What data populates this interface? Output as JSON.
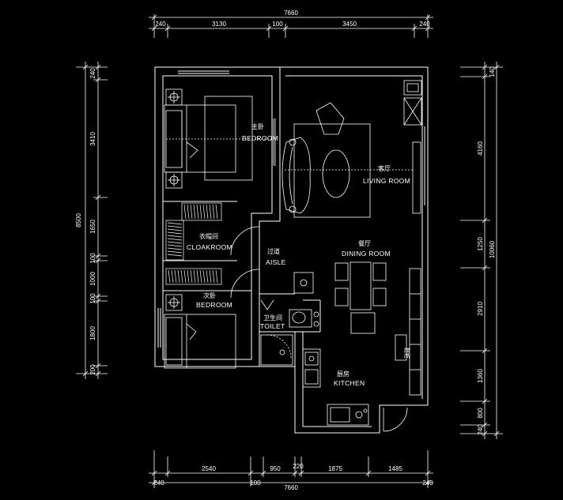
{
  "dimensions": {
    "top_total": "7660",
    "top_segments": [
      "240",
      "3130",
      "100",
      "3450",
      "240"
    ],
    "bottom_total": "7660",
    "bottom_segments": [
      "2540",
      "950",
      "220",
      "1875",
      "1485"
    ],
    "bottom_outer": [
      "240",
      "100",
      "240"
    ],
    "left_total": "8500",
    "left_segments": [
      "240",
      "3410",
      "1650",
      "100",
      "1000",
      "100",
      "1800",
      "200"
    ],
    "right_total": "10060",
    "right_segments": [
      "140",
      "4160",
      "1250",
      "2910",
      "1360",
      "800",
      "240"
    ]
  },
  "rooms": {
    "master_bedroom": {
      "cn": "主卧",
      "en": "BEDROOM"
    },
    "living_room": {
      "cn": "客厅",
      "en": "LIVING ROOM"
    },
    "cloakroom": {
      "cn": "衣帽间",
      "en": "CLOAKROOM"
    },
    "aisle": {
      "cn": "过道",
      "en": "AISLE"
    },
    "dining_room": {
      "cn": "餐厅",
      "en": "DINING ROOM"
    },
    "second_bedroom": {
      "cn": "次卧",
      "en": "BEDROOM"
    },
    "toilet": {
      "cn": "卫生间",
      "en": "TOILET"
    },
    "kitchen": {
      "cn": "厨房",
      "en": "KITCHEN"
    },
    "cabinet": {
      "cn": "鞋柜"
    }
  }
}
